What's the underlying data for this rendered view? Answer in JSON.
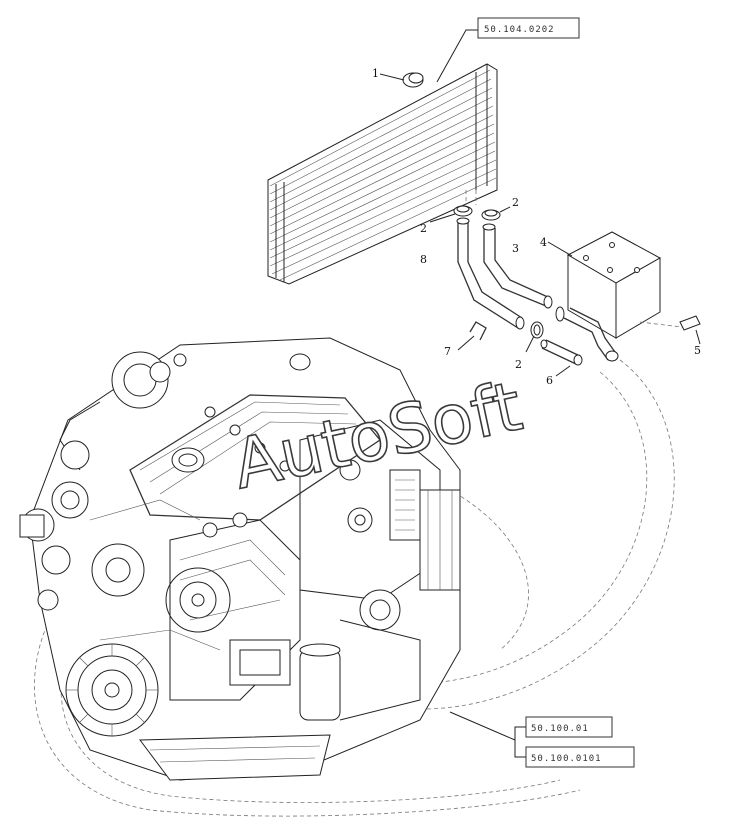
{
  "references": {
    "radiator": "50.104.0202",
    "engine_a": "50.100.01",
    "engine_b": "50.100.0101"
  },
  "callouts": {
    "c1": "1",
    "c2a": "2",
    "c2b": "2",
    "c2c": "2",
    "c3": "3",
    "c4": "4",
    "c5": "5",
    "c6": "6",
    "c7": "7",
    "c8": "8"
  },
  "watermark": "AutoSoft"
}
